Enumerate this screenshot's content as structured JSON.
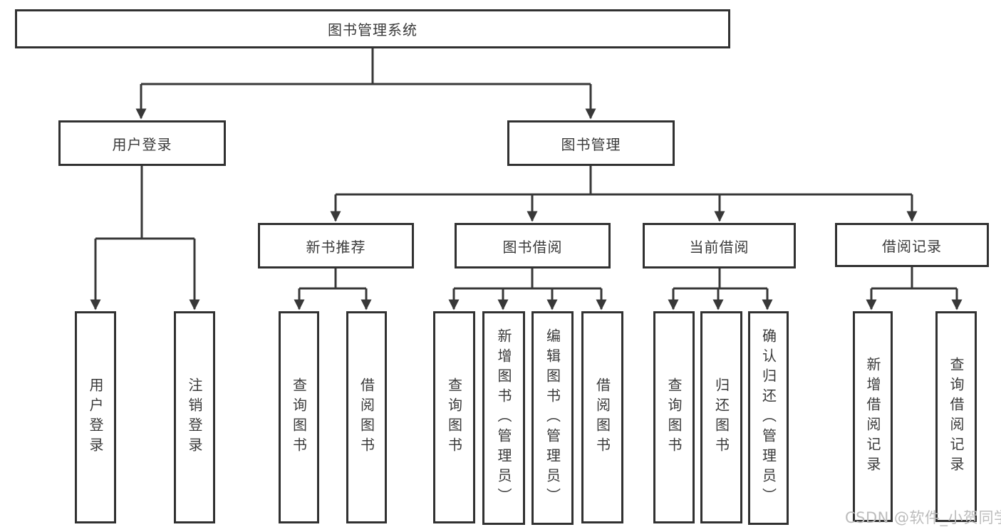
{
  "diagram_type": "hierarchy-tree",
  "colors": {
    "background": "#ffffff",
    "box_border": "#313131",
    "connector_line": "#383838",
    "text": "#3a3a3a",
    "watermark_text": "#bcbcbc"
  },
  "tree": {
    "root": {
      "label": "图书管理系统"
    },
    "branches": [
      {
        "label": "用户登录",
        "leaves": [
          {
            "label": "用户登录"
          },
          {
            "label": "注销登录"
          }
        ]
      },
      {
        "label": "图书管理",
        "groups": [
          {
            "label": "新书推荐",
            "leaves": [
              {
                "label": "查询图书"
              },
              {
                "label": "借阅图书"
              }
            ]
          },
          {
            "label": "图书借阅",
            "leaves": [
              {
                "label": "查询图书"
              },
              {
                "label": "新增图书（管理员）"
              },
              {
                "label": "编辑图书（管理员）"
              },
              {
                "label": "借阅图书"
              }
            ]
          },
          {
            "label": "当前借阅",
            "leaves": [
              {
                "label": "查询图书"
              },
              {
                "label": "归还图书"
              },
              {
                "label": "确认归还（管理员）"
              }
            ]
          },
          {
            "label": "借阅记录",
            "leaves": [
              {
                "label": "新增借阅记录"
              },
              {
                "label": "查询借阅记录"
              }
            ]
          }
        ]
      }
    ]
  },
  "watermark": {
    "text": "CSDN @软件_小贺同学"
  }
}
